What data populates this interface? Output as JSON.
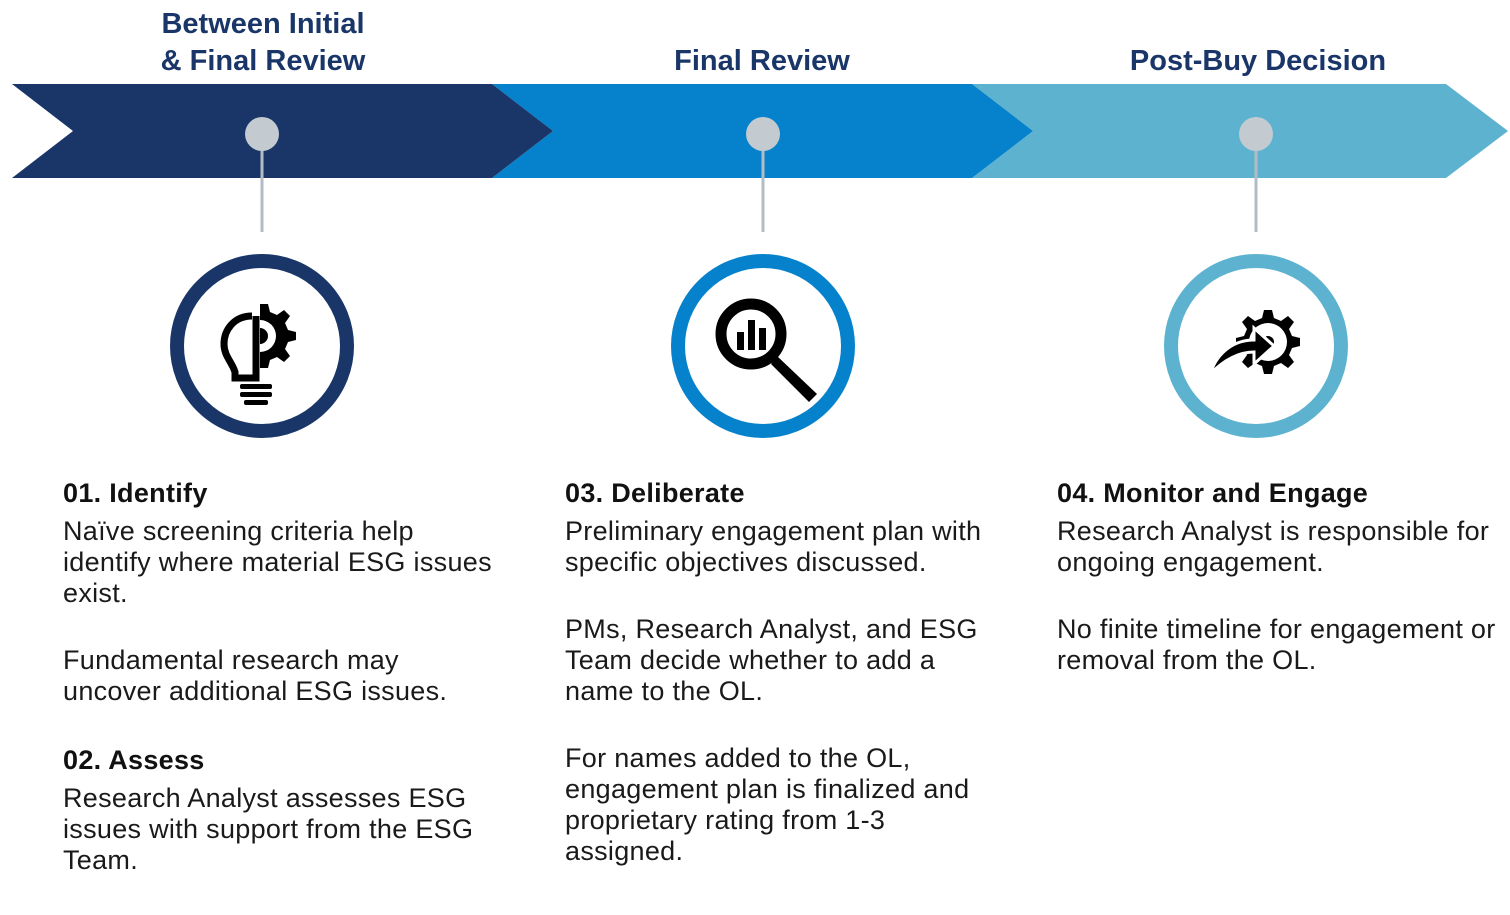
{
  "phases": [
    {
      "title": "Between Initial\n& Final Review",
      "color": "#1a3668"
    },
    {
      "title": "Final Review",
      "color": "#0682cc"
    },
    {
      "title": "Post-Buy Decision",
      "color": "#5db3cf"
    }
  ],
  "colors": {
    "navy": "#1a3668",
    "blue": "#0682cc",
    "light_blue": "#5db3cf",
    "connector": "#b3bcc4",
    "dot": "#c3cbd1",
    "text": "#1a1a1a"
  },
  "icons": [
    "lightbulb-gear-icon",
    "magnifier-chart-icon",
    "arrow-gear-icon"
  ],
  "columns": [
    {
      "sections": [
        {
          "heading": "01.  Identify",
          "paragraphs": [
            "Naïve screening criteria help identify where material ESG issues exist.",
            "Fundamental research may uncover additional ESG issues."
          ]
        },
        {
          "heading": "02. Assess",
          "paragraphs": [
            "Research Analyst assesses ESG issues with support from the ESG Team."
          ]
        }
      ]
    },
    {
      "sections": [
        {
          "heading": "03. Deliberate",
          "paragraphs": [
            "Preliminary engagement plan with specific objectives discussed.",
            "PMs, Research Analyst, and ESG Team decide whether to add a name to the OL.",
            "For names added to the OL, engagement plan is finalized and proprietary rating from 1-3 assigned."
          ]
        }
      ]
    },
    {
      "sections": [
        {
          "heading": "04. Monitor and Engage",
          "paragraphs": [
            "Research Analyst is responsible for ongoing engagement.",
            "No finite timeline for engagement or removal from the OL."
          ]
        }
      ]
    }
  ]
}
